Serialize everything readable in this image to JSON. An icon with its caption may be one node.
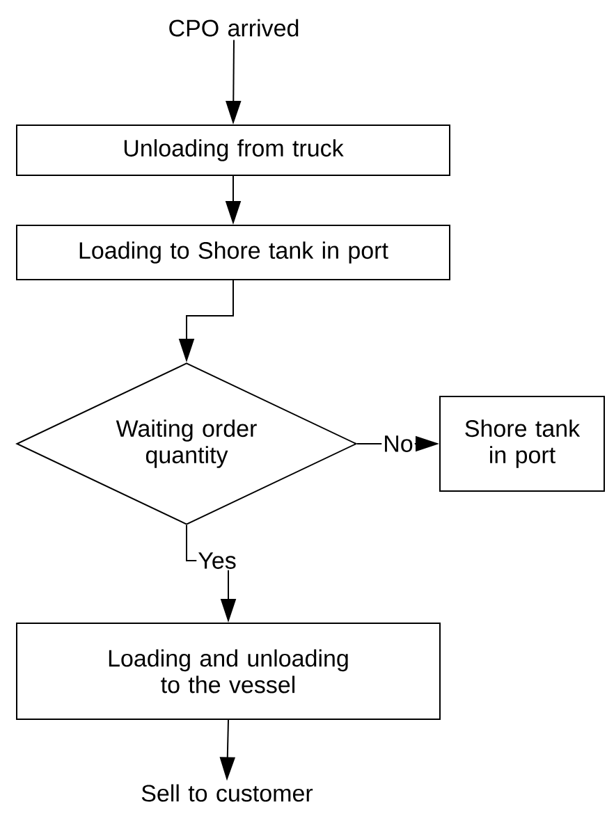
{
  "diagram": {
    "nodes": [
      {
        "text": [
          "CPO arrived"
        ]
      },
      {
        "text": [
          "Unloading from truck"
        ]
      },
      {
        "text": [
          "Loading to Shore tank in port"
        ]
      },
      {
        "text": [
          "Waiting order quantity"
        ]
      },
      {
        "text": [
          "Shore tank in port"
        ]
      },
      {
        "text": [
          "Loading and unloading to the vessel"
        ]
      },
      {
        "text": [
          "Sell to customer"
        ]
      }
    ],
    "edges": [
      {
        "from": 0,
        "to": 1,
        "arrow": "to"
      },
      {
        "from": 1,
        "to": 2,
        "arrow": "to"
      },
      {
        "from": 2,
        "to": 3,
        "arrow": "to"
      },
      {
        "from": 3,
        "to": 4,
        "arrow": "to",
        "label": "No"
      },
      {
        "from": 3,
        "to": 5,
        "arrow": "to",
        "label": "Yes"
      },
      {
        "from": 5,
        "to": 6,
        "arrow": "to"
      }
    ]
  }
}
